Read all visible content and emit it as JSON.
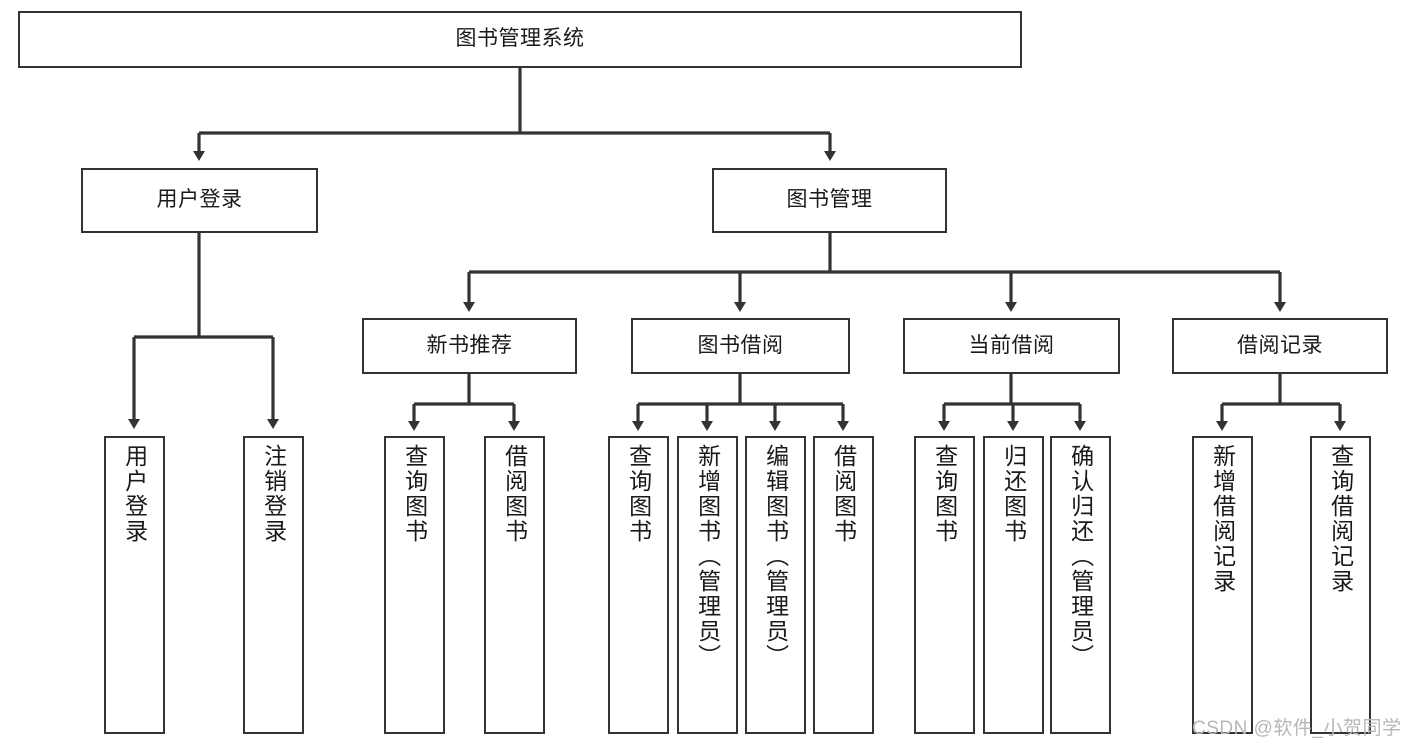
{
  "diagram": {
    "type": "hierarchy-tree",
    "title": "图书管理系统",
    "root": {
      "label": "图书管理系统"
    },
    "level2": [
      {
        "label": "用户登录"
      },
      {
        "label": "图书管理"
      }
    ],
    "level3": [
      {
        "label": "新书推荐"
      },
      {
        "label": "图书借阅"
      },
      {
        "label": "当前借阅"
      },
      {
        "label": "借阅记录"
      }
    ],
    "leaves": [
      {
        "label": "用户登录",
        "parent": "用户登录"
      },
      {
        "label": "注销登录",
        "parent": "用户登录"
      },
      {
        "label": "查询图书",
        "parent": "新书推荐"
      },
      {
        "label": "借阅图书",
        "parent": "新书推荐"
      },
      {
        "label": "查询图书",
        "parent": "图书借阅"
      },
      {
        "label": "新增图书（管理员）",
        "parent": "图书借阅"
      },
      {
        "label": "编辑图书（管理员）",
        "parent": "图书借阅"
      },
      {
        "label": "借阅图书",
        "parent": "图书借阅"
      },
      {
        "label": "查询图书",
        "parent": "当前借阅"
      },
      {
        "label": "归还图书",
        "parent": "当前借阅"
      },
      {
        "label": "确认归还（管理员）",
        "parent": "当前借阅"
      },
      {
        "label": "新增借阅记录",
        "parent": "借阅记录"
      },
      {
        "label": "查询借阅记录",
        "parent": "借阅记录"
      }
    ]
  },
  "watermark": {
    "text": "CSDN @软件_小贺同学"
  },
  "colors": {
    "line": "#333333",
    "box_border": "#333333",
    "box_fill": "#ffffff",
    "text": "#1a1a1a",
    "watermark": "#b7b7b7"
  }
}
